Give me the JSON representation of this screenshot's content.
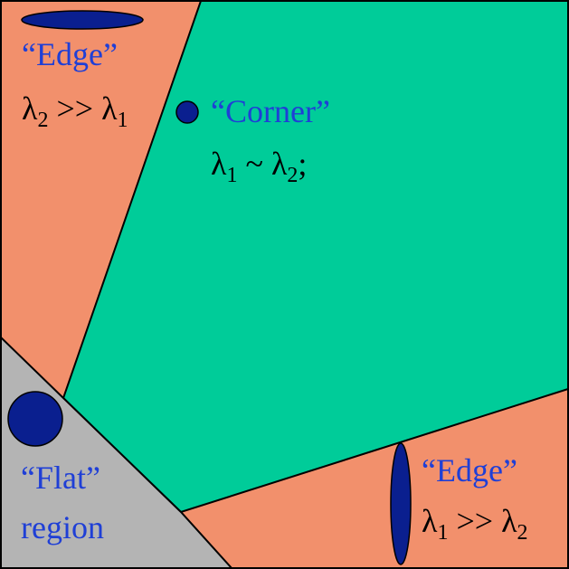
{
  "colors": {
    "edge_region": "#f2906c",
    "corner_region": "#00cc99",
    "flat_region": "#b4b4b4",
    "ellipse_fill": "#0a1f8f",
    "label_blue": "#1f3fd6",
    "outline": "#000000"
  },
  "regions": {
    "edge_top": {
      "title": "“Edge”",
      "math": {
        "sym1": "λ",
        "sub1": "2",
        "op": " >> ",
        "sym2": "λ",
        "sub2": "1"
      }
    },
    "corner": {
      "title": "“Corner”",
      "math": {
        "sym1": "λ",
        "sub1": "1",
        "op": " ~ ",
        "sym2": "λ",
        "sub2": "2",
        "tail": ";"
      }
    },
    "flat": {
      "title": "“Flat”",
      "subtitle": "region"
    },
    "edge_bottom": {
      "title": "“Edge”",
      "math": {
        "sym1": "λ",
        "sub1": "1",
        "op": " >> ",
        "sym2": "λ",
        "sub2": "2"
      }
    }
  }
}
